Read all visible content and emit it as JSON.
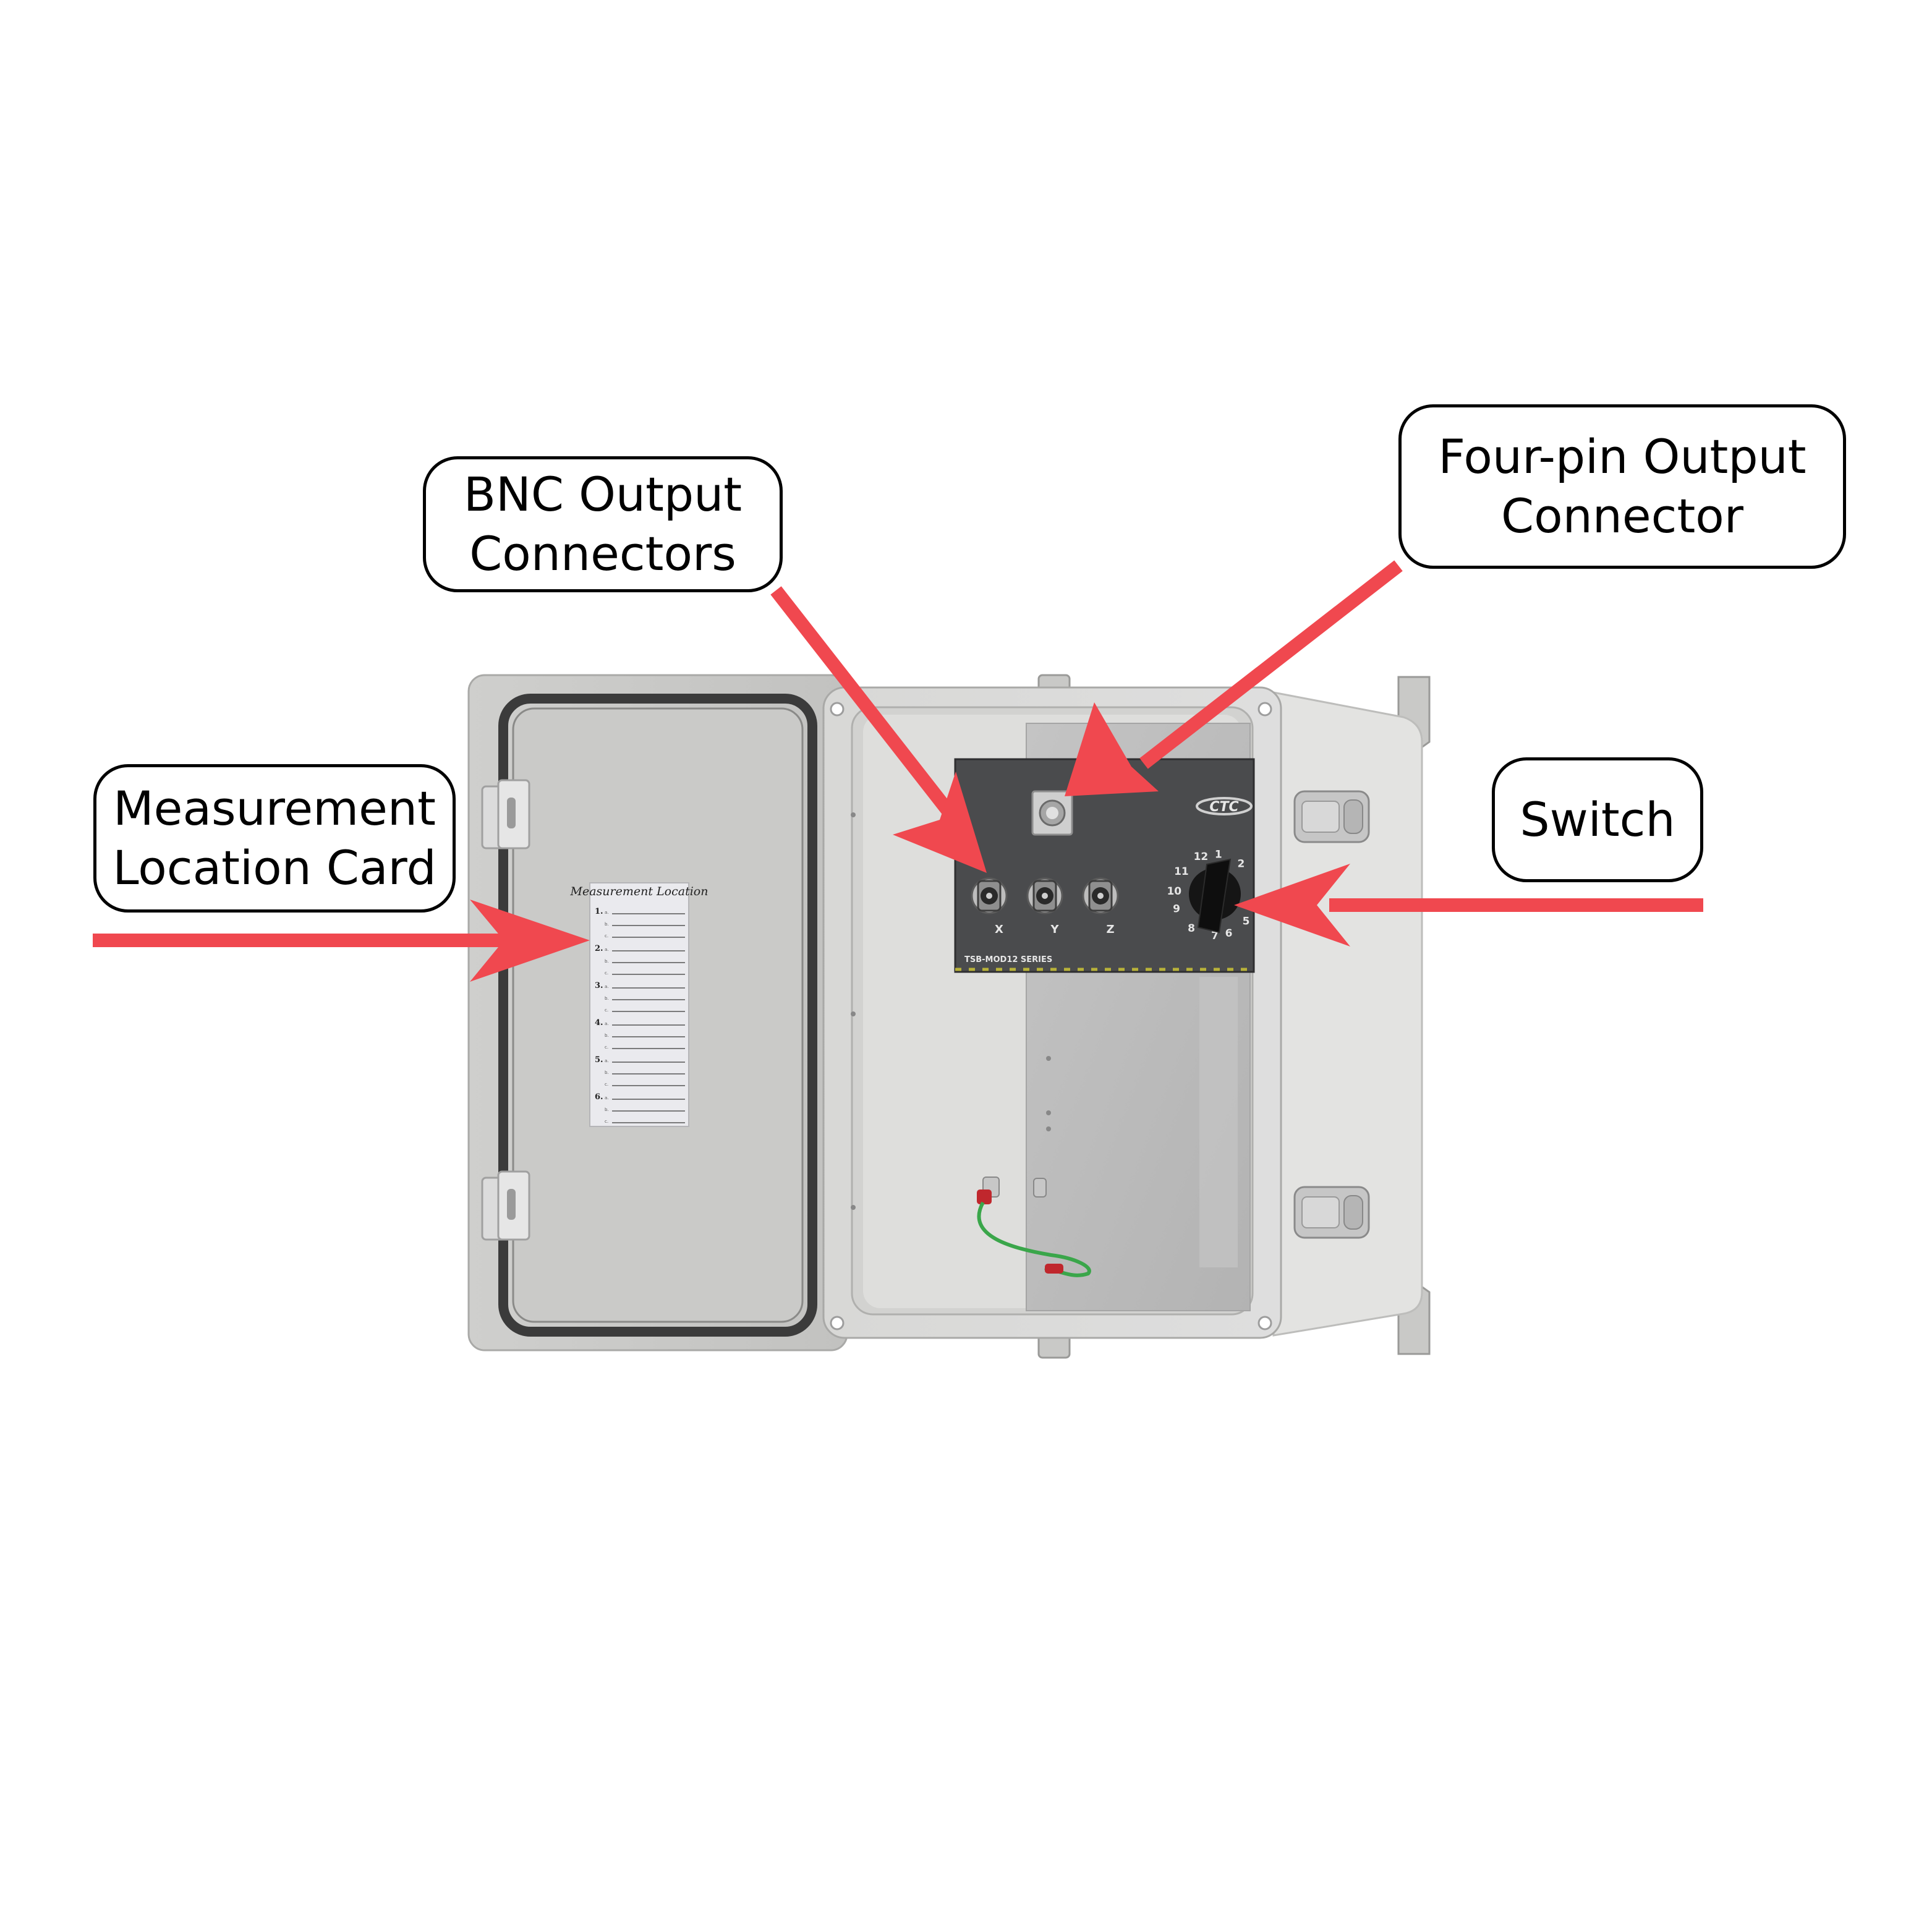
{
  "callouts": {
    "bnc": {
      "line1": "BNC Output",
      "line2": "Connectors"
    },
    "fourpin": {
      "line1": "Four-pin Output",
      "line2": "Connector"
    },
    "card": {
      "line1": "Measurement",
      "line2": "Location Card"
    },
    "switch": {
      "line1": "Switch"
    }
  },
  "card": {
    "title": "Measurement Location",
    "items": [
      "1.",
      "2.",
      "3.",
      "4.",
      "5.",
      "6."
    ],
    "subs": [
      "a.",
      "b.",
      "c."
    ]
  },
  "panel": {
    "logo": "CTC",
    "series": "TSB-MOD12 SERIES",
    "bnc_labels": [
      "X",
      "Y",
      "Z"
    ],
    "switch_positions": [
      "12",
      "1",
      "2",
      "11",
      "10",
      "9",
      "8",
      "7",
      "6",
      "5"
    ]
  },
  "colors": {
    "arrow": "#f0484f",
    "enclosure": "#d9d9d7",
    "panel": "#4a4b4d"
  }
}
